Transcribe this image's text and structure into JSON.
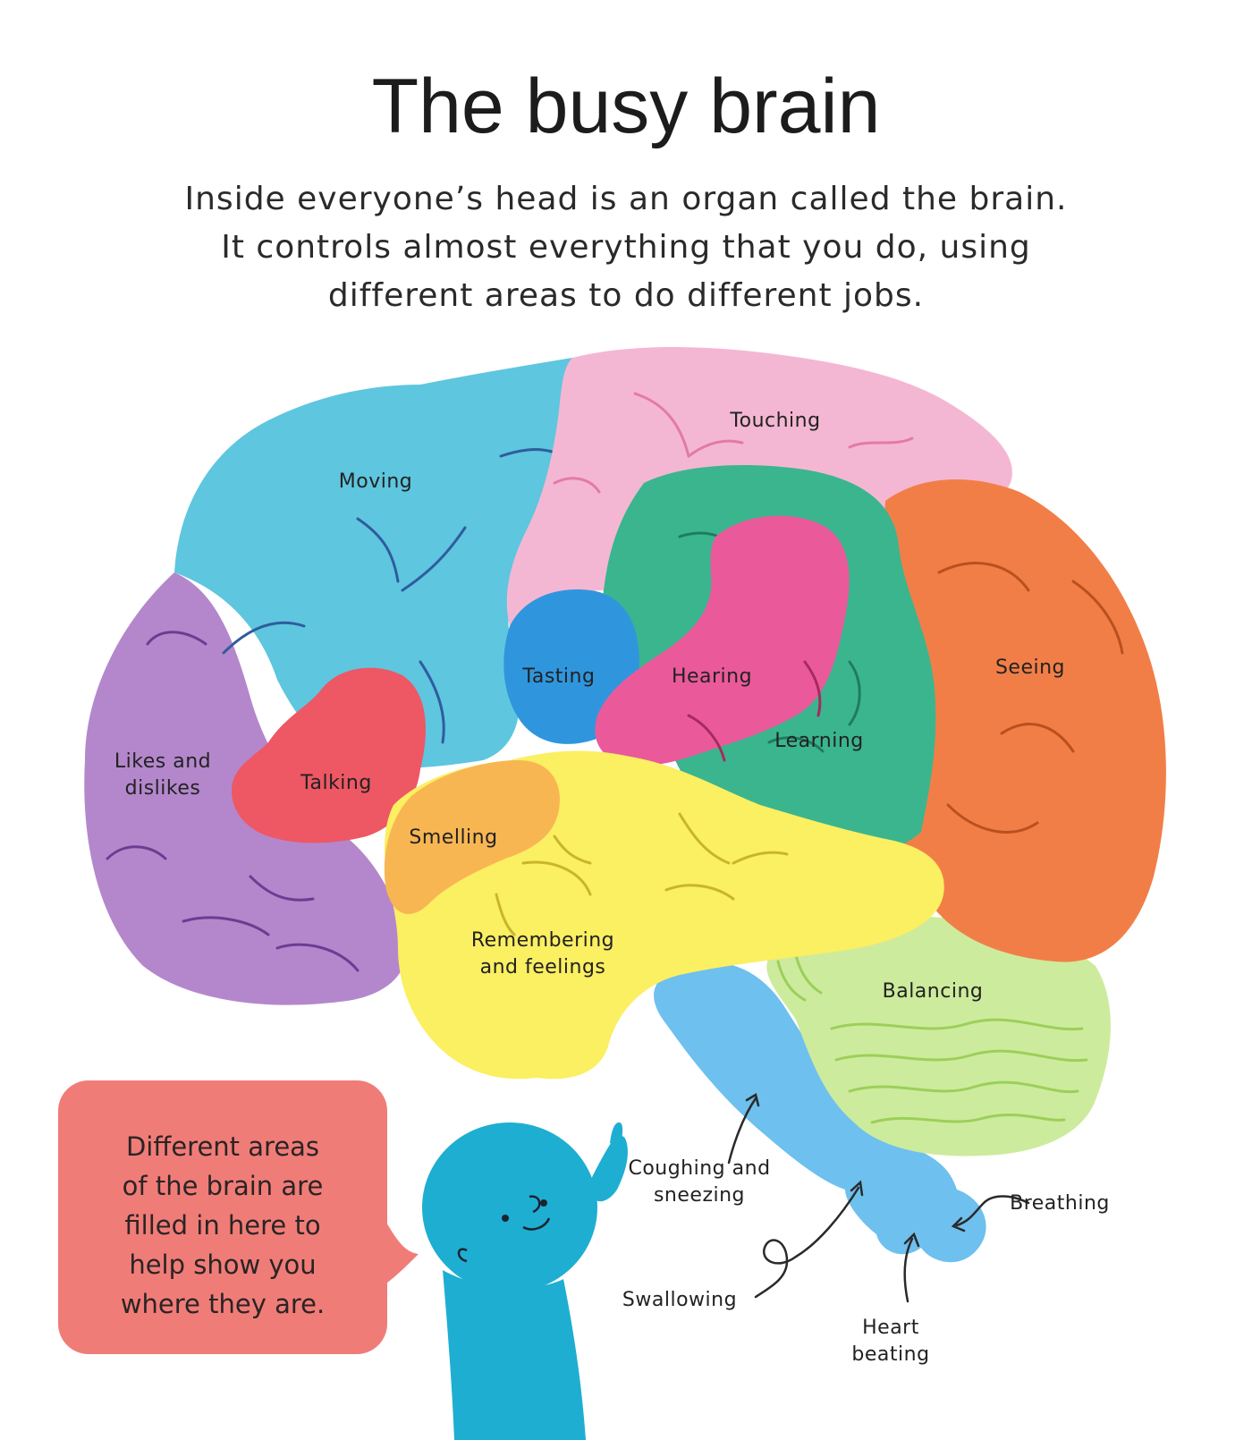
{
  "title": "The busy brain",
  "intro": [
    "Inside everyone’s head is an organ called the brain.",
    "It controls almost everything that you do, using",
    "different areas to do different jobs."
  ],
  "regions": {
    "touching": "Touching",
    "moving": "Moving",
    "likes_dislikes": [
      "Likes and",
      "dislikes"
    ],
    "talking": "Talking",
    "tasting": "Tasting",
    "hearing": "Hearing",
    "learning": "Learning",
    "seeing": "Seeing",
    "smelling": "Smelling",
    "remembering": [
      "Remembering",
      "and feelings"
    ],
    "balancing": "Balancing"
  },
  "brainstem": {
    "coughing": [
      "Coughing and",
      "sneezing"
    ],
    "swallowing": "Swallowing",
    "breathing": "Breathing",
    "heart": [
      "Heart",
      "beating"
    ]
  },
  "speech_bubble": [
    "Different areas",
    "of the brain are",
    "filled in here to",
    "help show you",
    "where they are."
  ],
  "colors": {
    "moving": "#5ec6df",
    "likes_dislikes": "#b487cc",
    "touching": "#f4b7d3",
    "talking": "#ee5764",
    "tasting": "#2f96de",
    "hearing": "#ea5a9a",
    "learning": "#3bb58e",
    "seeing": "#f27e47",
    "smelling": "#f8b653",
    "remembering": "#fbef62",
    "balancing": "#cdeb9c",
    "brainstem": "#6ec0ee",
    "character": "#1eaed2",
    "bubble": "#f07c78"
  }
}
